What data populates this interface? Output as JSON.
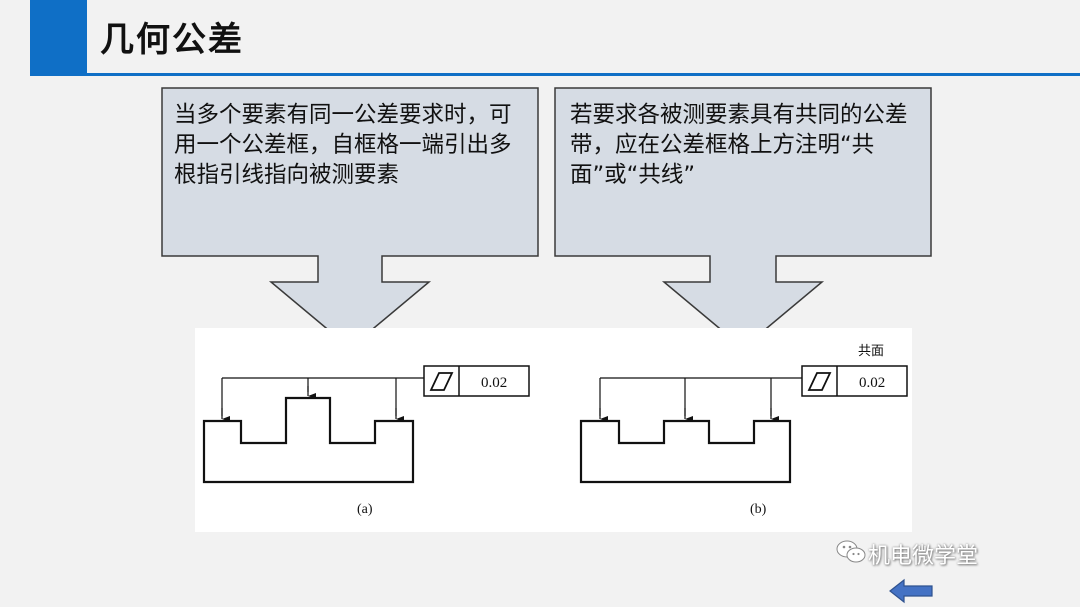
{
  "header": {
    "title": "几何公差"
  },
  "callouts": [
    {
      "text": "当多个要素有同一公差要求时，可用一个公差框，自框格一端引出多根指引线指向被测要素"
    },
    {
      "text": "若要求各被测要素具有共同的公差带，应在公差框格上方注明“共面”或“共线”"
    }
  ],
  "figures": {
    "a": {
      "tolerance_value": "0.02",
      "caption": "(a)",
      "symbol": "flatness-parallelogram"
    },
    "b": {
      "tolerance_value": "0.02",
      "caption": "(b)",
      "note": "共面",
      "symbol": "flatness-parallelogram"
    }
  },
  "watermark": {
    "text": "机电微学堂",
    "icon": "wechat-icon"
  },
  "colors": {
    "accent": "#0f6fc6",
    "callout_fill": "#d6dce4",
    "callout_stroke": "#3a3a3a",
    "nav_arrow": "#4472c4"
  }
}
